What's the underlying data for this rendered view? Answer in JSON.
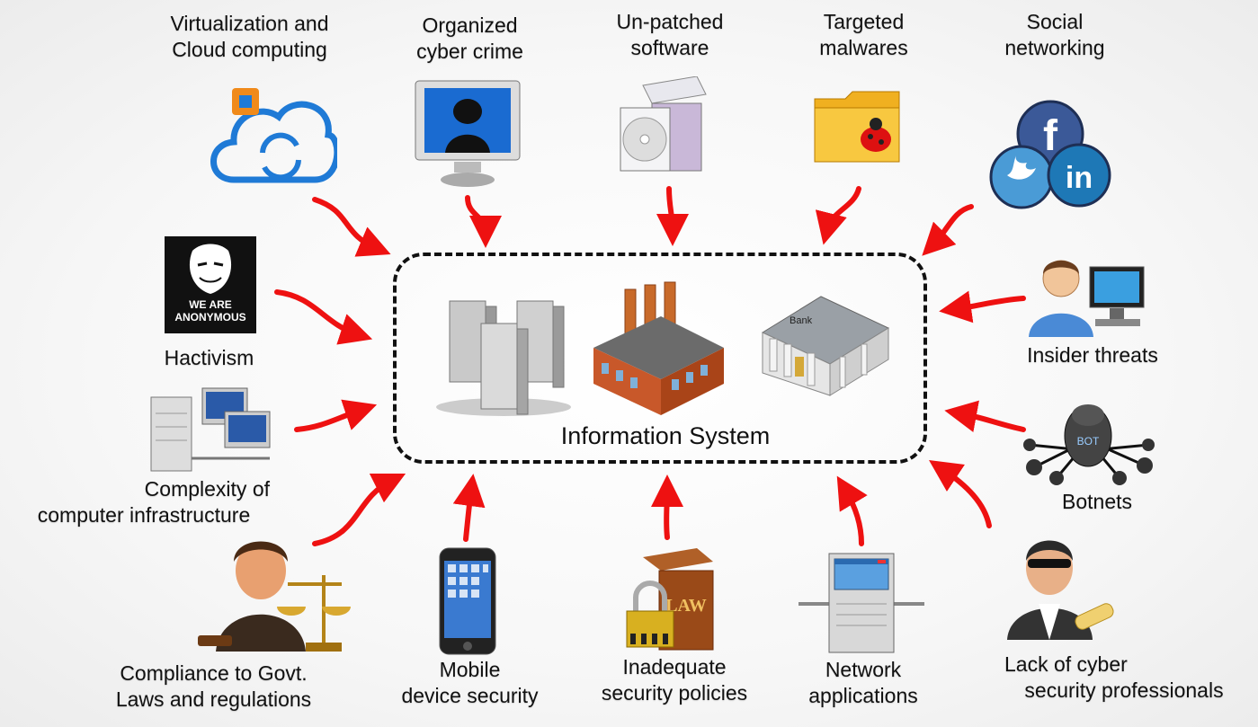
{
  "diagram": {
    "center_label": "Information System",
    "threats": {
      "virtualization": [
        "Virtualization and",
        "Cloud computing"
      ],
      "organized_crime": [
        "Organized",
        "cyber crime"
      ],
      "unpatched": [
        "Un-patched",
        "software"
      ],
      "targeted_malware": [
        "Targeted",
        "malwares"
      ],
      "social": [
        "Social",
        "networking"
      ],
      "hactivism": [
        "Hactivism"
      ],
      "insider": [
        "Insider threats"
      ],
      "complexity": [
        "Complexity of",
        "computer infrastructure"
      ],
      "botnets": [
        "Botnets"
      ],
      "compliance": [
        "Compliance to Govt.",
        "Laws and regulations"
      ],
      "mobile": [
        "Mobile",
        "device security"
      ],
      "policies": [
        "Inadequate",
        "security policies"
      ],
      "network_apps": [
        "Network",
        "applications"
      ],
      "lack_pros": [
        "Lack of cyber",
        "security professionals"
      ]
    },
    "icon_text": {
      "anonymous": [
        "WE ARE",
        "ANONYMOUS"
      ],
      "bank": "Bank",
      "law": "LAW",
      "bot": "BOT",
      "facebook": "f",
      "linkedin": "in"
    },
    "colors": {
      "arrow": "#ee1111",
      "border": "#111111"
    }
  }
}
